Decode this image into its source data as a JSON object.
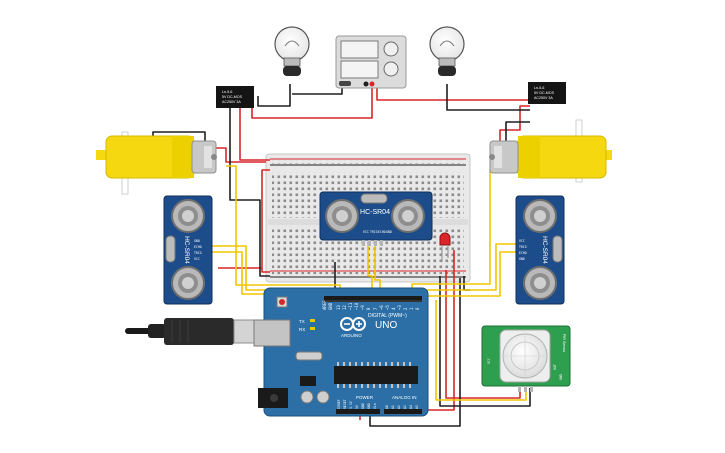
{
  "uno": {
    "brand": "ARDUINO",
    "model": "UNO",
    "digital_label": "DIGITAL (PWM~)",
    "power_label": "POWER",
    "analog_label": "ANALOG IN",
    "aref": "AREF",
    "gnd": "GND",
    "tx": "TX",
    "rx": "RX",
    "digital_pins": [
      "13",
      "12",
      "~11",
      "~10",
      "~9",
      "8",
      "7",
      "~6",
      "~5",
      "4",
      "~3",
      "2",
      "1",
      "0"
    ],
    "power_pins": [
      "IOREF",
      "RESET",
      "3.3V",
      "5V",
      "GND",
      "GND",
      "Vin"
    ],
    "analog_pins": [
      "A0",
      "A1",
      "A2",
      "A3",
      "A4",
      "A5"
    ]
  },
  "sensors": {
    "center": {
      "label": "HC-SR04",
      "pins": [
        "VCC",
        "TRIG",
        "ECHO",
        "GND"
      ]
    },
    "left": {
      "label": "HC-SR04",
      "pins": [
        "GND",
        "ECHO",
        "TRIG",
        "VCC"
      ]
    },
    "right": {
      "label": "HC-SR04",
      "pins": [
        "VCC",
        "TRIG",
        "ECHO",
        "GND"
      ]
    }
  },
  "relays": {
    "left": {
      "lines": [
        "Ln-5-6",
        "5V DC-MOS",
        "AC250V 3A"
      ]
    },
    "right": {
      "lines": [
        "Ln-5-6",
        "5V DC-MOS",
        "AC250V 3A"
      ]
    }
  },
  "pir": {
    "label": "PIR Sensor",
    "pins": [
      "VCC",
      "OUT",
      "GND"
    ]
  },
  "colors": {
    "wire_red": "#d8262a",
    "wire_black": "#1f1f1f",
    "wire_yellow": "#f2c500",
    "arduino_blue": "#2b6fa6",
    "sensor_blue": "#1c4d8a",
    "motor_yellow": "#f5d80f",
    "pir_green": "#2e9e4f"
  }
}
